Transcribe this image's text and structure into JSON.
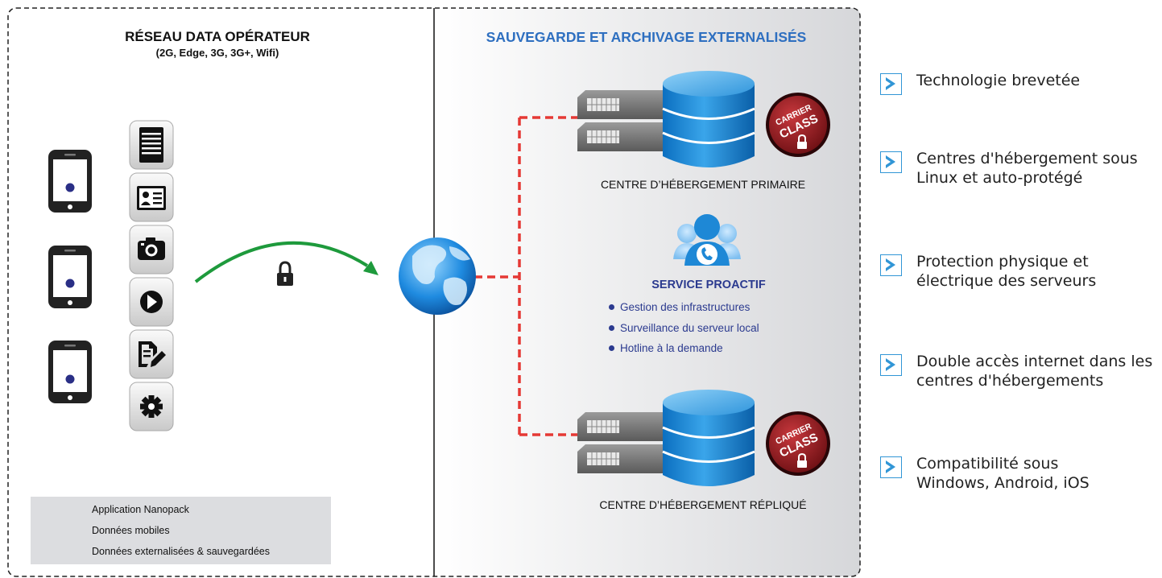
{
  "left_panel": {
    "title": "RÉSEAU DATA OPÉRATEUR",
    "subtitle": "(2G, Edge, 3G, 3G+, Wifi)",
    "app_icons": [
      "document-lines-icon",
      "contact-card-icon",
      "camera-icon",
      "play-icon",
      "edit-document-icon",
      "gear-icon"
    ]
  },
  "right_panel": {
    "title": "SAUVEGARDE ET ARCHIVAGE EXTERNALISÉS",
    "primary_label": "CENTRE D’HÉBERGEMENT PRIMAIRE",
    "replica_label": "CENTRE D’HÉBERGEMENT RÉPLIQUÉ",
    "badge_line1": "CARRIER",
    "badge_line2": "CLASS",
    "service": {
      "title": "SERVICE PROACTIF",
      "items": [
        "Gestion des infrastructures",
        "Surveillance du serveur local",
        "Hotline à la demande"
      ]
    }
  },
  "legend": {
    "items": [
      "Application Nanopack",
      "Données mobiles",
      "Données externalisées & sauvegardées"
    ]
  },
  "features": [
    "Technologie brevetée",
    "Centres d'hébergement sous Linux et auto-protégé",
    "Protection physique et électrique des serveurs",
    "Double accès internet dans les centres d'hébergements",
    "Compatibilité sous Windows, Android, iOS"
  ],
  "colors": {
    "mobile_data": "#1e9a3c",
    "backup_data": "#e53935",
    "accent_blue": "#2e6fc0",
    "service_blue": "#2b3a8f",
    "badge_red": "#9b1c22",
    "chevron_blue": "#3196d6"
  }
}
